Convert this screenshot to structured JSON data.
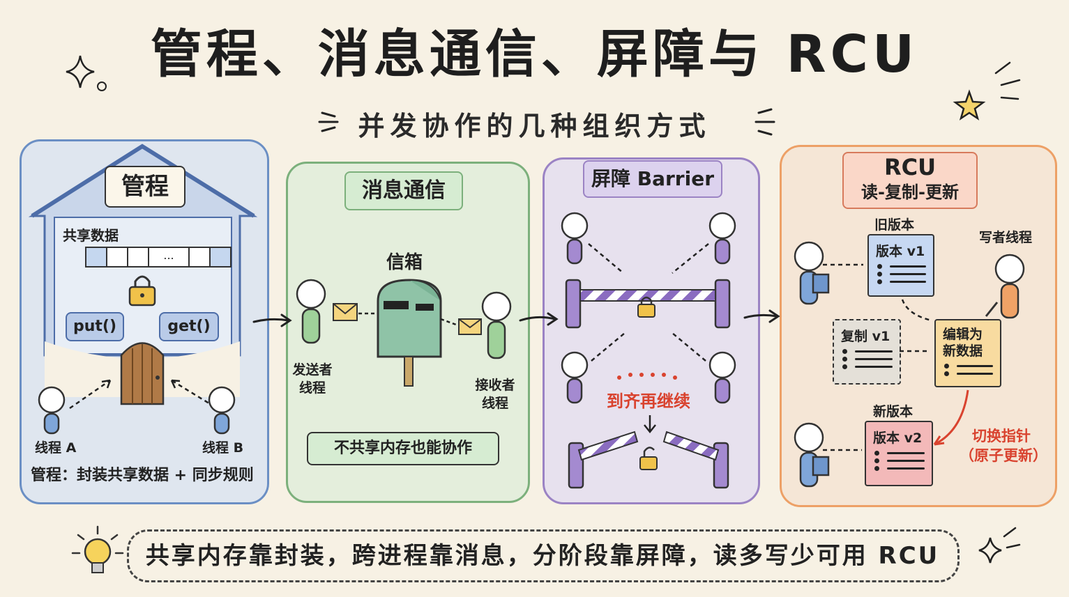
{
  "title": "管程、消息通信、屏障与 RCU",
  "subtitle": "并发协作的几种组织方式",
  "monitor": {
    "tag": "管程",
    "shared_label": "共享数据",
    "cells": [
      "",
      "",
      "",
      "...",
      "",
      ""
    ],
    "put_label": "put()",
    "get_label": "get()",
    "thread_a": "线程 A",
    "thread_b": "线程 B",
    "caption": "管程：封装共享数据 + 同步规则"
  },
  "message": {
    "tag": "消息通信",
    "mailbox_label": "信箱",
    "sender_line1": "发送者",
    "sender_line2": "线程",
    "receiver_line1": "接收者",
    "receiver_line2": "线程",
    "caption": "不共享内存也能协作"
  },
  "barrier": {
    "tag": "屏障 Barrier",
    "align_text": "到齐再继续"
  },
  "rcu": {
    "tag_title": "RCU",
    "tag_sub": "读-复制-更新",
    "old_version": "旧版本",
    "version_v1": "版本 v1",
    "writer": "写者线程",
    "copy_v1": "复制 v1",
    "edit_line1": "编辑为",
    "edit_line2": "新数据",
    "new_version": "新版本",
    "version_v2": "版本 v2",
    "switch_line1": "切换指针",
    "switch_line2": "（原子更新）"
  },
  "footer": "共享内存靠封装，跨进程靠消息，分阶段靠屏障，读多写少可用 RCU",
  "colors": {
    "blue": "#6b8fc4",
    "green": "#7cb07c",
    "purple": "#9b83c4",
    "orange": "#eda066",
    "accent_red": "#d9432f"
  }
}
